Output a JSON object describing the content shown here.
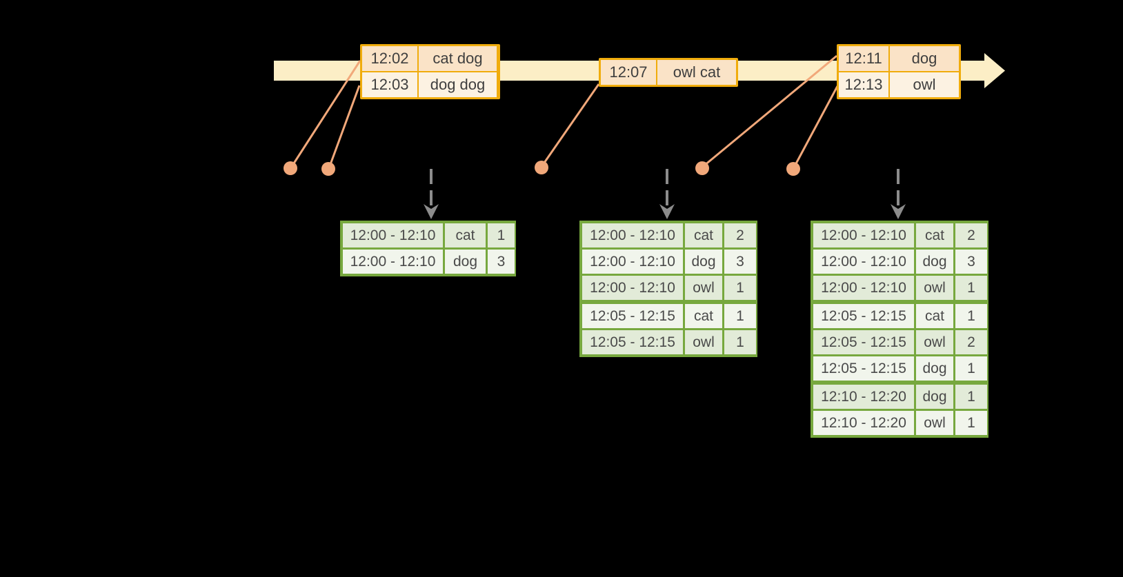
{
  "diagram": {
    "kind": "streaming-windowed-counts-diagram",
    "colors": {
      "background": "#000000",
      "timeline_band": "#FCEEC6",
      "event_table_border": "#F0AC0C",
      "event_row_fill_dark": "#FAE3C7",
      "event_row_fill_light": "#FCF2E2",
      "event_marker": "#F1A87A",
      "trigger_arrow": "#8C8C8C",
      "result_table_border": "#77A83E",
      "result_row_fill_dark": "#E2EBD8",
      "result_row_fill_light": "#F1F5EC",
      "event_text": "#3E3E3E",
      "result_text": "#4A4A4A"
    },
    "icons": {
      "timeline_arrow": "right-arrow",
      "trigger_arrow": "dashed-down-arrow",
      "event_marker": "dot"
    }
  },
  "event_tables": [
    {
      "rows": [
        {
          "time": "12:02",
          "words": "cat dog"
        },
        {
          "time": "12:03",
          "words": "dog dog"
        }
      ]
    },
    {
      "rows": [
        {
          "time": "12:07",
          "words": "owl cat"
        }
      ]
    },
    {
      "rows": [
        {
          "time": "12:11",
          "words": "dog"
        },
        {
          "time": "12:13",
          "words": "owl"
        }
      ]
    }
  ],
  "result_tables": [
    {
      "rows": [
        {
          "window": "12:00 - 12:10",
          "word": "cat",
          "count": "1"
        },
        {
          "window": "12:00 - 12:10",
          "word": "dog",
          "count": "3"
        }
      ]
    },
    {
      "rows": [
        {
          "window": "12:00 - 12:10",
          "word": "cat",
          "count": "2"
        },
        {
          "window": "12:00 - 12:10",
          "word": "dog",
          "count": "3"
        },
        {
          "window": "12:00 - 12:10",
          "word": "owl",
          "count": "1"
        },
        {
          "window": "12:05 - 12:15",
          "word": "cat",
          "count": "1"
        },
        {
          "window": "12:05 - 12:15",
          "word": "owl",
          "count": "1"
        }
      ]
    },
    {
      "rows": [
        {
          "window": "12:00 - 12:10",
          "word": "cat",
          "count": "2"
        },
        {
          "window": "12:00 - 12:10",
          "word": "dog",
          "count": "3"
        },
        {
          "window": "12:00 - 12:10",
          "word": "owl",
          "count": "1"
        },
        {
          "window": "12:05 - 12:15",
          "word": "cat",
          "count": "1"
        },
        {
          "window": "12:05 - 12:15",
          "word": "owl",
          "count": "2"
        },
        {
          "window": "12:05 - 12:15",
          "word": "dog",
          "count": "1"
        },
        {
          "window": "12:10 - 12:20",
          "word": "dog",
          "count": "1"
        },
        {
          "window": "12:10 - 12:20",
          "word": "owl",
          "count": "1"
        }
      ]
    }
  ]
}
